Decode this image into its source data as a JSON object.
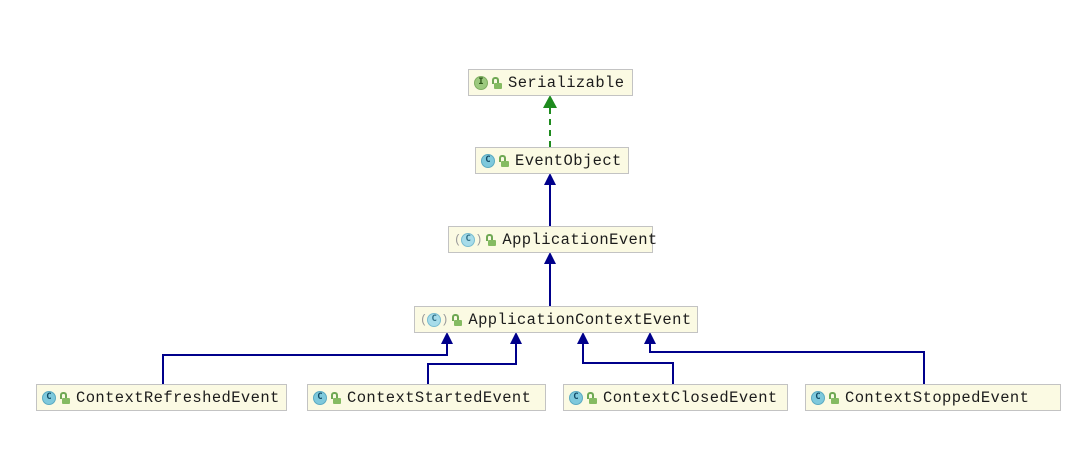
{
  "diagram": {
    "type": "uml-class-diagram",
    "colors": {
      "background": "#FFFFFF",
      "node_fill": "#FBFAE3",
      "node_border": "#C3C3C3",
      "extends_edge": "#00008B",
      "implements_edge": "#1E8B1E",
      "label_text": "#1C1C1C",
      "interface_badge": "#9CC97E",
      "class_badge": "#7EC9DC"
    },
    "icons": {
      "interface_letter": "I",
      "class_letter": "C",
      "abstract_paren_open": "(",
      "abstract_paren_close": ")"
    },
    "nodes": [
      {
        "label": "Serializable",
        "kind": "interface",
        "visibility": "public"
      },
      {
        "label": "EventObject",
        "kind": "class",
        "visibility": "public"
      },
      {
        "label": "ApplicationEvent",
        "kind": "abstract-class",
        "visibility": "public"
      },
      {
        "label": "ApplicationContextEvent",
        "kind": "abstract-class",
        "visibility": "public"
      },
      {
        "label": "ContextRefreshedEvent",
        "kind": "class",
        "visibility": "public"
      },
      {
        "label": "ContextStartedEvent",
        "kind": "class",
        "visibility": "public"
      },
      {
        "label": "ContextClosedEvent",
        "kind": "class",
        "visibility": "public"
      },
      {
        "label": "ContextStoppedEvent",
        "kind": "class",
        "visibility": "public"
      }
    ],
    "edges": [
      {
        "from": "EventObject",
        "to": "Serializable",
        "type": "implements"
      },
      {
        "from": "ApplicationEvent",
        "to": "EventObject",
        "type": "extends"
      },
      {
        "from": "ApplicationContextEvent",
        "to": "ApplicationEvent",
        "type": "extends"
      },
      {
        "from": "ContextRefreshedEvent",
        "to": "ApplicationContextEvent",
        "type": "extends"
      },
      {
        "from": "ContextStartedEvent",
        "to": "ApplicationContextEvent",
        "type": "extends"
      },
      {
        "from": "ContextClosedEvent",
        "to": "ApplicationContextEvent",
        "type": "extends"
      },
      {
        "from": "ContextStoppedEvent",
        "to": "ApplicationContextEvent",
        "type": "extends"
      }
    ]
  }
}
